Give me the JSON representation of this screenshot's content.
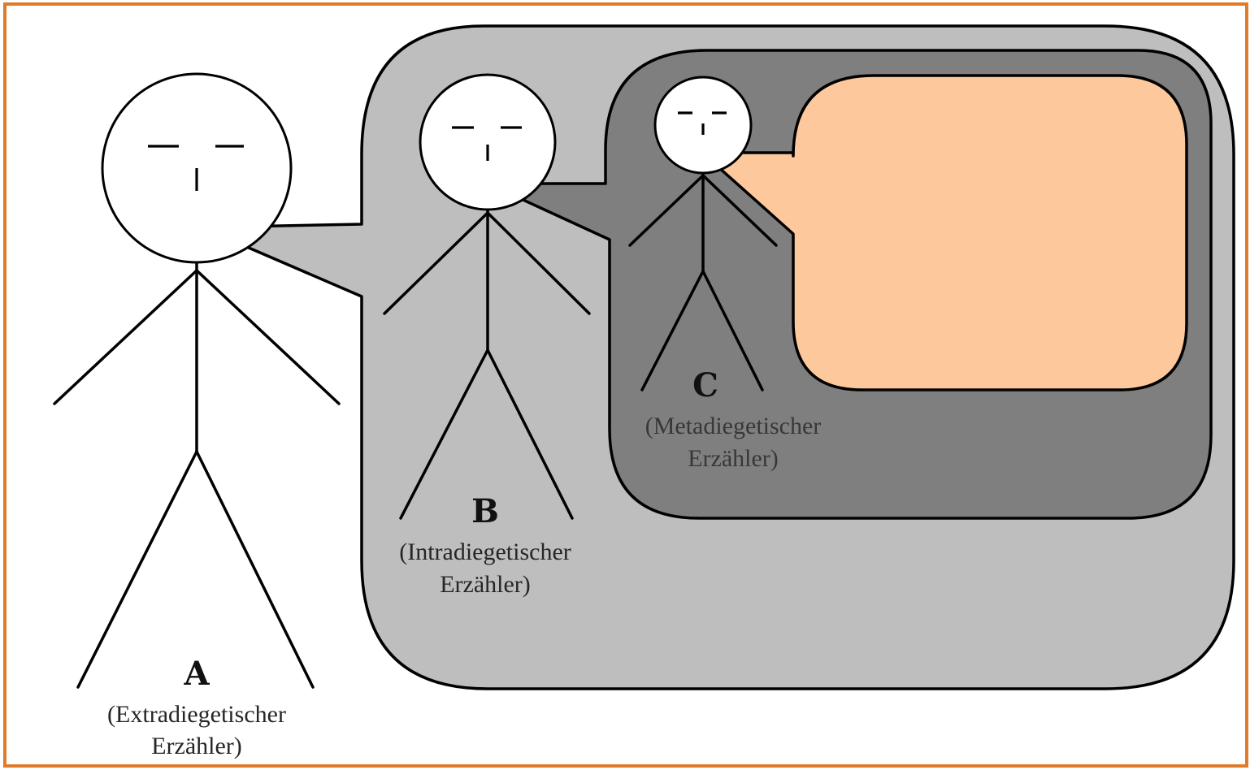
{
  "colors": {
    "frame_border": "#e07b2a",
    "intradiegetic_bubble": "#bebebe",
    "metadiegetic_bubble": "#7f7f7f",
    "innermost_bubble": "#fdc99c",
    "outline": "#000000",
    "head_fill": "#ffffff"
  },
  "narrators": {
    "a": {
      "letter": "A",
      "desc_line1": "(Extradiegetischer",
      "desc_line2": "Erzähler)"
    },
    "b": {
      "letter": "B",
      "desc_line1": "(Intradiegetischer",
      "desc_line2": "Erzähler)"
    },
    "c": {
      "letter": "C",
      "desc_line1": "(Metadiegetischer",
      "desc_line2": "Erzähler)"
    }
  }
}
